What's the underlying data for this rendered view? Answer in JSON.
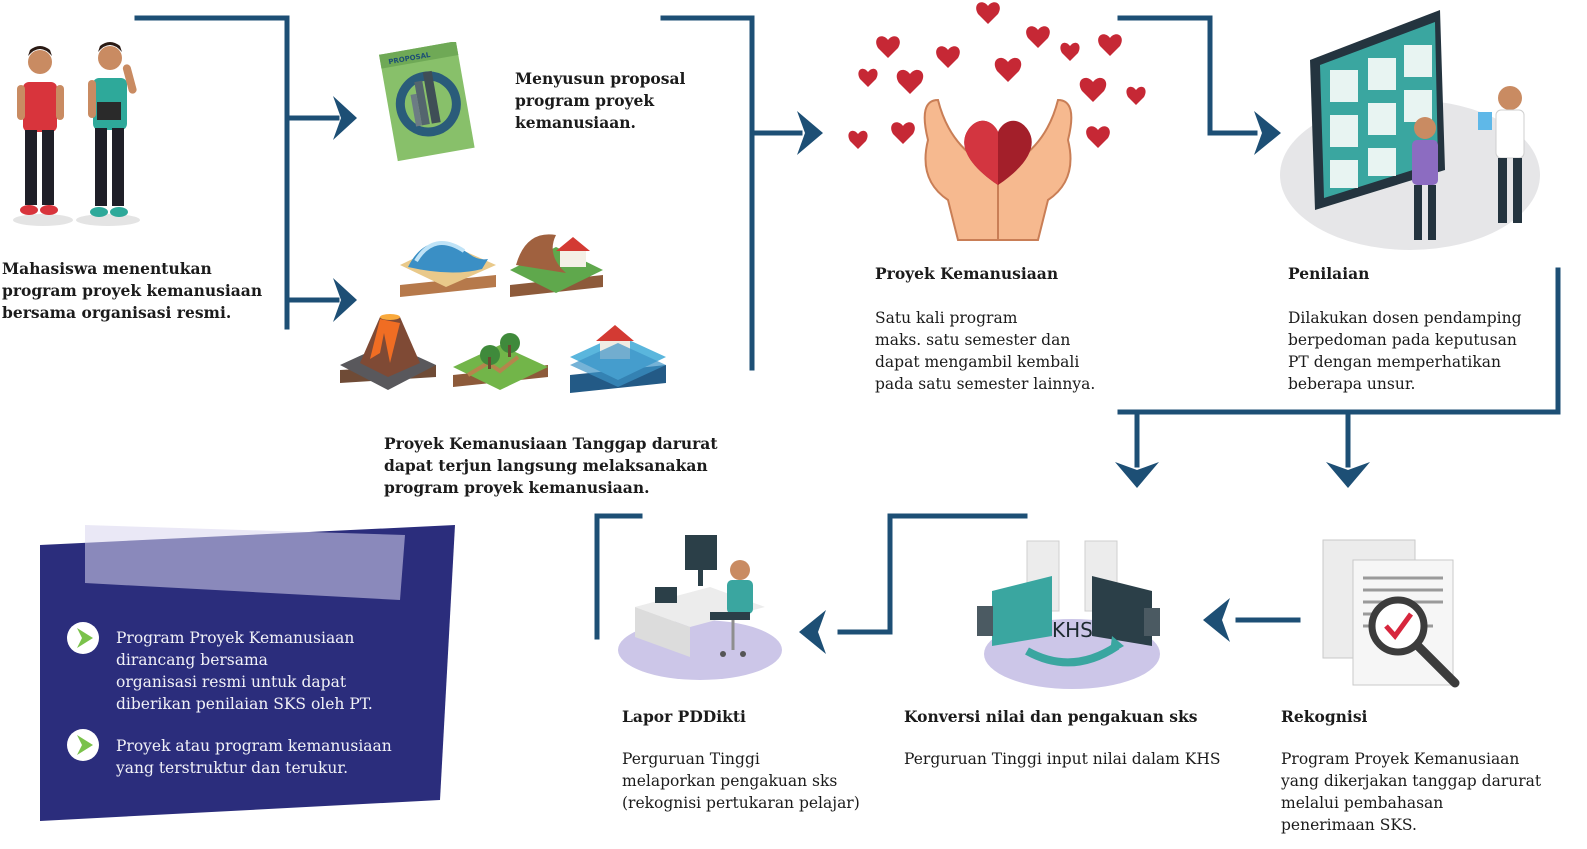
{
  "colors": {
    "connector": "#1d4f75",
    "note_bg": "#2b2d7c",
    "play_icon": "#7ac24a"
  },
  "steps": {
    "students": {
      "text": "Mahasiswa menentukan\nprogram proyek kemanusiaan\nbersama organisasi resmi."
    },
    "proposal": {
      "text": "Menyusun proposal\nprogram proyek\nkemanusiaan.",
      "cover_label": "PROPOSAL"
    },
    "emergency": {
      "text": "Proyek Kemanusiaan Tanggap darurat\ndapat terjun langsung melaksanakan\nprogram proyek kemanusiaan."
    },
    "humanitarian": {
      "title": "Proyek Kemanusiaan",
      "text": "Satu kali program\nmaks. satu semester dan\ndapat mengambil kembali\npada satu semester lainnya."
    },
    "assessment": {
      "title": "Penilaian",
      "text": "Dilakukan dosen pendamping\nberpedoman pada keputusan\nPT dengan memperhatikan\nbeberapa unsur."
    },
    "recognition": {
      "title": "Rekognisi",
      "text": "Program Proyek Kemanusiaan\nyang dikerjakan tanggap darurat\nmelalui pembahasan\npenerimaan SKS."
    },
    "conversion": {
      "title": "Konversi nilai dan pengakuan sks",
      "text": "Perguruan Tinggi input nilai dalam KHS",
      "khs_label": "KHS"
    },
    "report": {
      "title": "Lapor PDDikti",
      "text": "Perguruan Tinggi\nmelaporkan pengakuan sks\n(rekognisi pertukaran pelajar)"
    }
  },
  "note": {
    "items": [
      {
        "text": "Program Proyek Kemanusiaan\ndirancang bersama\norganisasi resmi untuk dapat\ndiberikan penilaian SKS oleh PT.",
        "icon": "play-icon"
      },
      {
        "text": "Proyek atau program kemanusiaan\nyang terstruktur dan terukur.",
        "icon": "play-icon"
      }
    ]
  }
}
